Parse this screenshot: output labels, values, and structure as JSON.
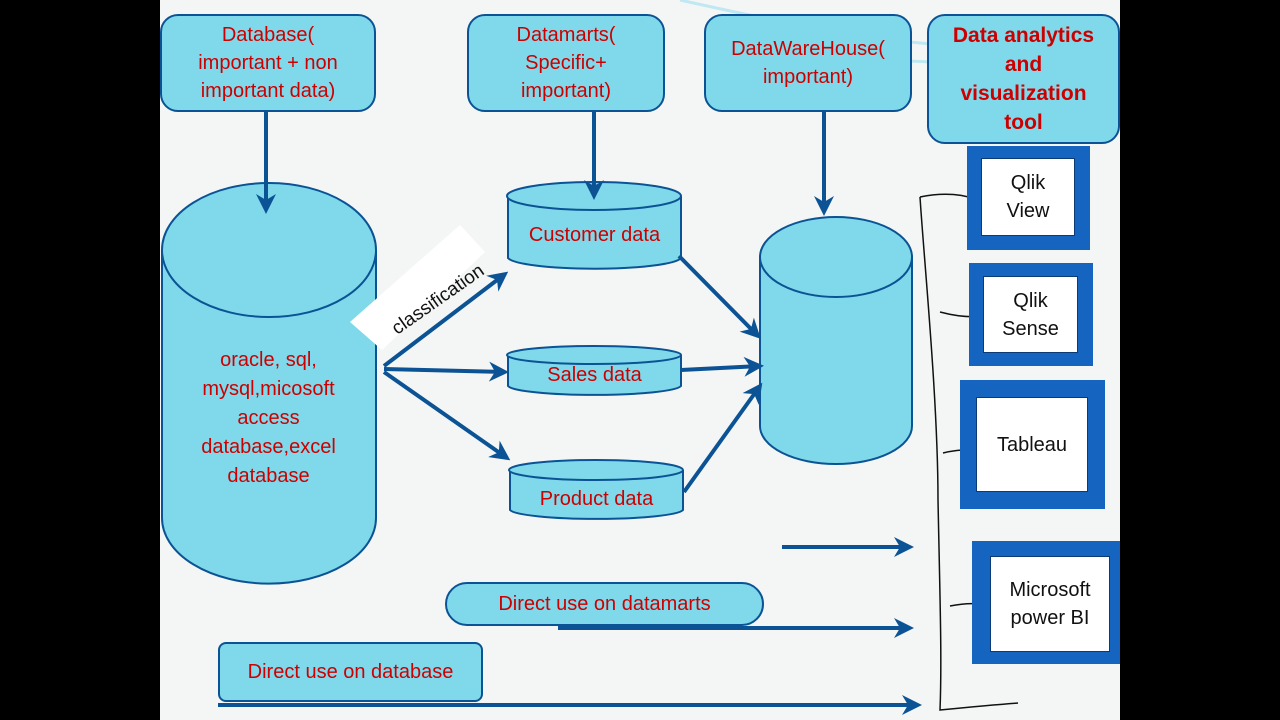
{
  "header_boxes": {
    "database": "Database(\nimportant + non\nimportant data)",
    "datamarts": "Datamarts(\nSpecific+\nimportant)",
    "warehouse": "DataWareHouse(\nimportant)",
    "analytics": "Data analytics\nand\nvisualization\ntool"
  },
  "database_cylinder_text": "oracle, sql,\nmysql,micosoft\naccess\ndatabase,excel\ndatabase",
  "classification_label": "classification",
  "datamarts": {
    "customer": "Customer  data",
    "sales": "Sales data",
    "product": "Product data"
  },
  "tools": [
    "Qlik\nView",
    "Qlik\nSense",
    "Tableau",
    "Microsoft\npower BI"
  ],
  "direct_use": {
    "datamarts": "Direct use on datamarts",
    "database": "Direct use on database"
  },
  "colors": {
    "fill": "#7fd9ea",
    "stroke": "#0b5394",
    "text_red": "#cc0000",
    "tool_frame": "#1565c0",
    "background": "#f4f6f5"
  }
}
